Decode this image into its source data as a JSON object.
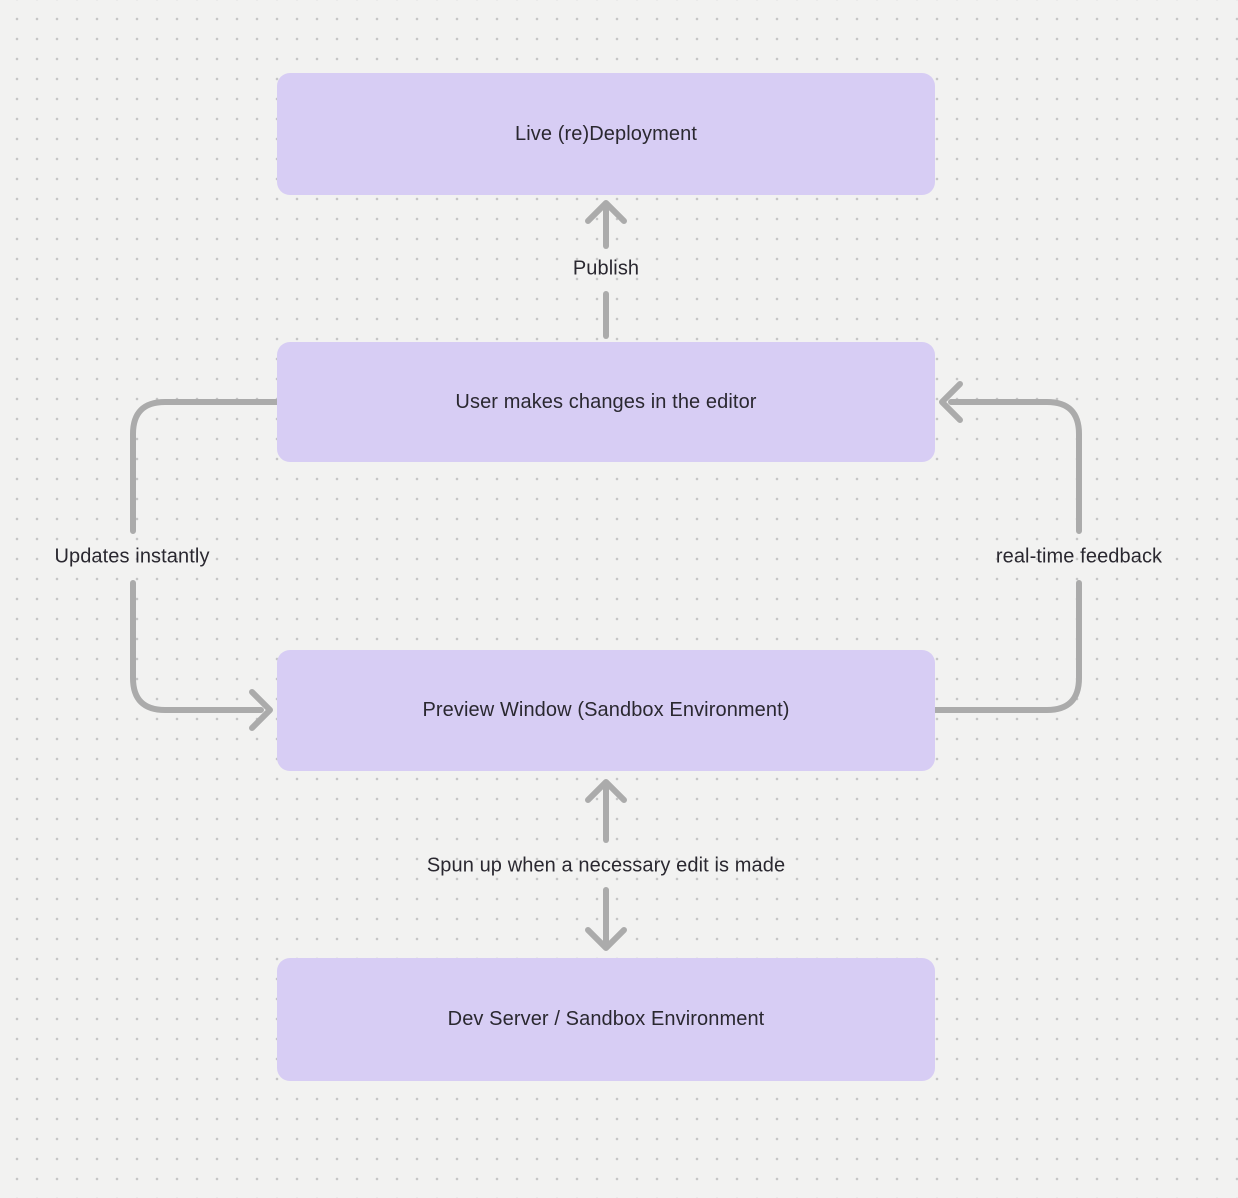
{
  "diagram": {
    "title": "",
    "nodes": [
      {
        "id": "live-deployment",
        "label": "Live (re)Deployment"
      },
      {
        "id": "user-editor",
        "label": "User makes changes in the editor"
      },
      {
        "id": "preview-window",
        "label": "Preview Window (Sandbox Environment)"
      },
      {
        "id": "dev-server",
        "label": "Dev Server / Sandbox Environment"
      }
    ],
    "edges": [
      {
        "from": "user-editor",
        "to": "live-deployment",
        "label": "Publish",
        "direction": "up"
      },
      {
        "from": "user-editor",
        "to": "preview-window",
        "label": "Updates instantly",
        "direction": "left-loop-down"
      },
      {
        "from": "preview-window",
        "to": "user-editor",
        "label": "real-time feedback",
        "direction": "right-loop-up"
      },
      {
        "from": "preview-window",
        "to": "dev-server",
        "label": "Spun up when a necessary edit is made",
        "direction": "bidirectional"
      }
    ],
    "colors": {
      "background": "#F2F2F1",
      "dot": "#C6C6C6",
      "node_fill": "#D7CDF4",
      "node_text": "#2A2830",
      "arrow": "#ABABAB",
      "label_text": "#2A2830"
    }
  }
}
